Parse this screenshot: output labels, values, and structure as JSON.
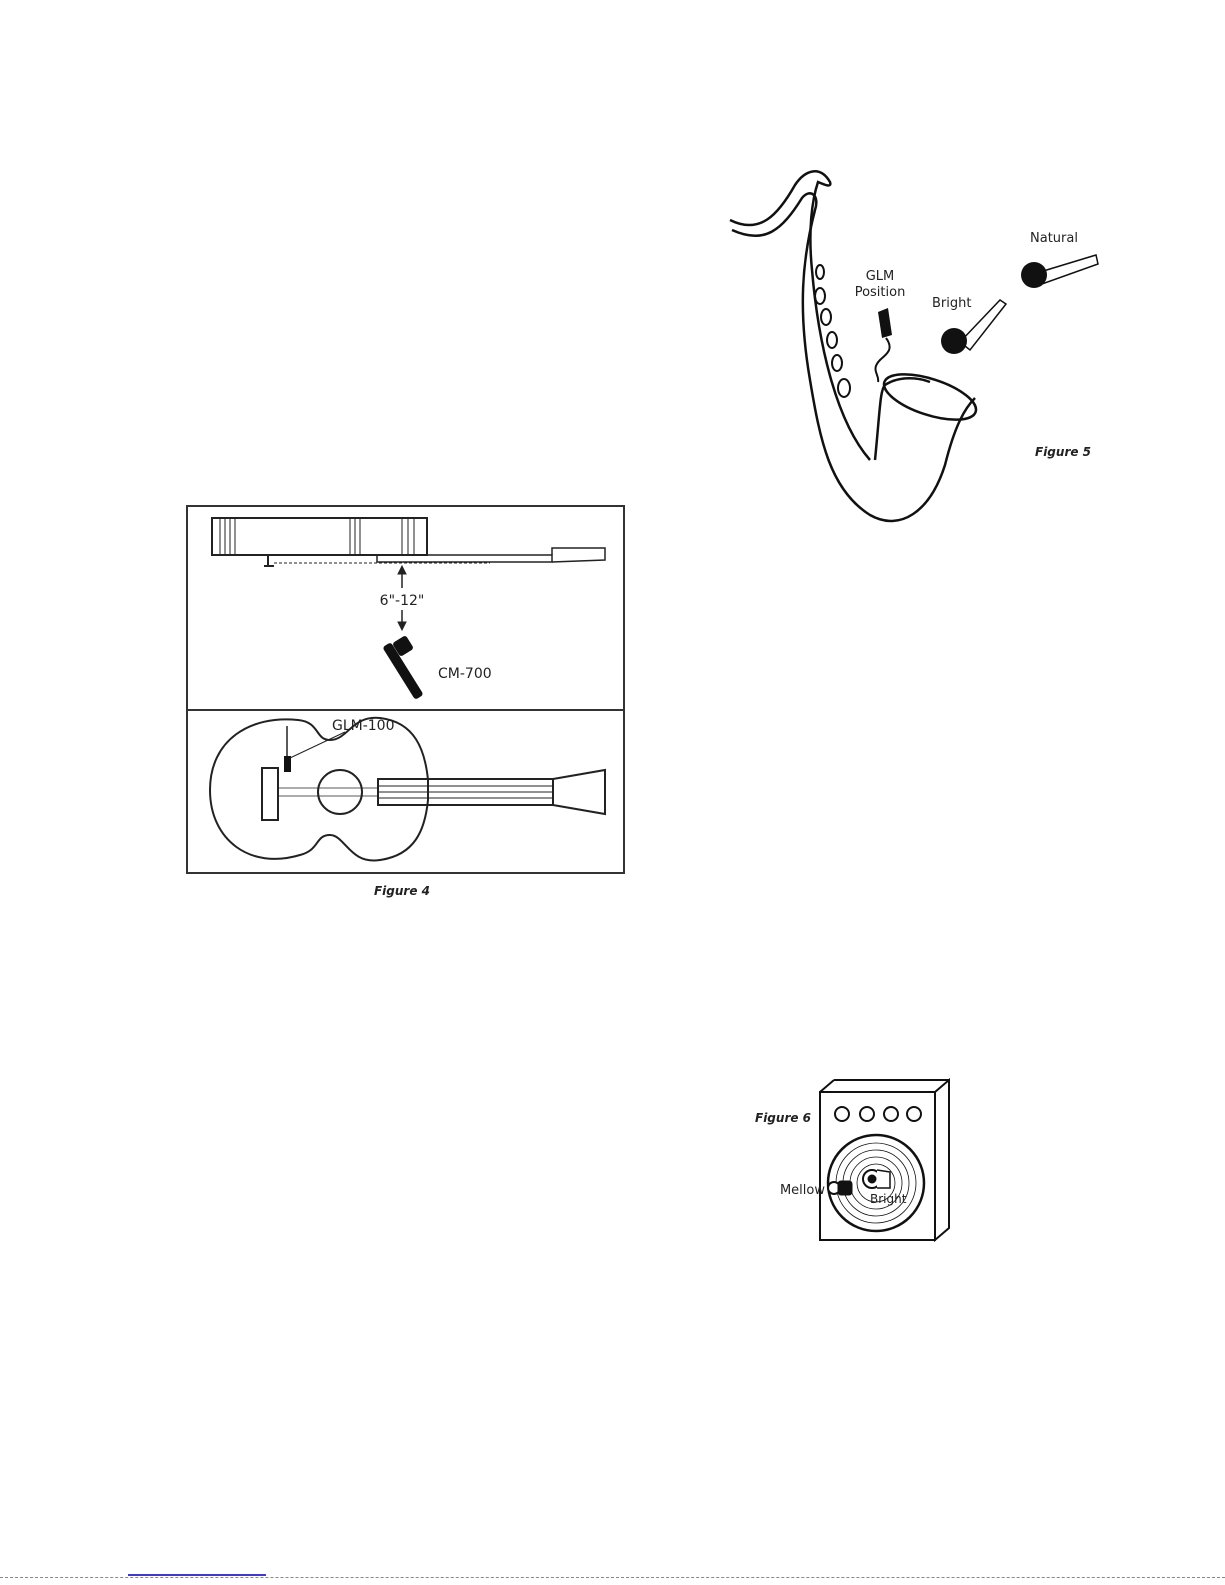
{
  "figure4": {
    "caption": "Figure 4",
    "distance_label": "6\"-12\"",
    "mic_label": "CM-700",
    "clip_label": "GLM-100"
  },
  "figure5": {
    "caption": "Figure 5",
    "glm_label_line1": "GLM",
    "glm_label_line2": "Position",
    "bright_label": "Bright",
    "natural_label": "Natural"
  },
  "figure6": {
    "caption": "Figure 6",
    "mellow_label": "Mellow",
    "bright_label": "Bright"
  },
  "colors": {
    "ink": "#111111",
    "frame": "#333333",
    "footer_link": "#3b3bd0"
  }
}
